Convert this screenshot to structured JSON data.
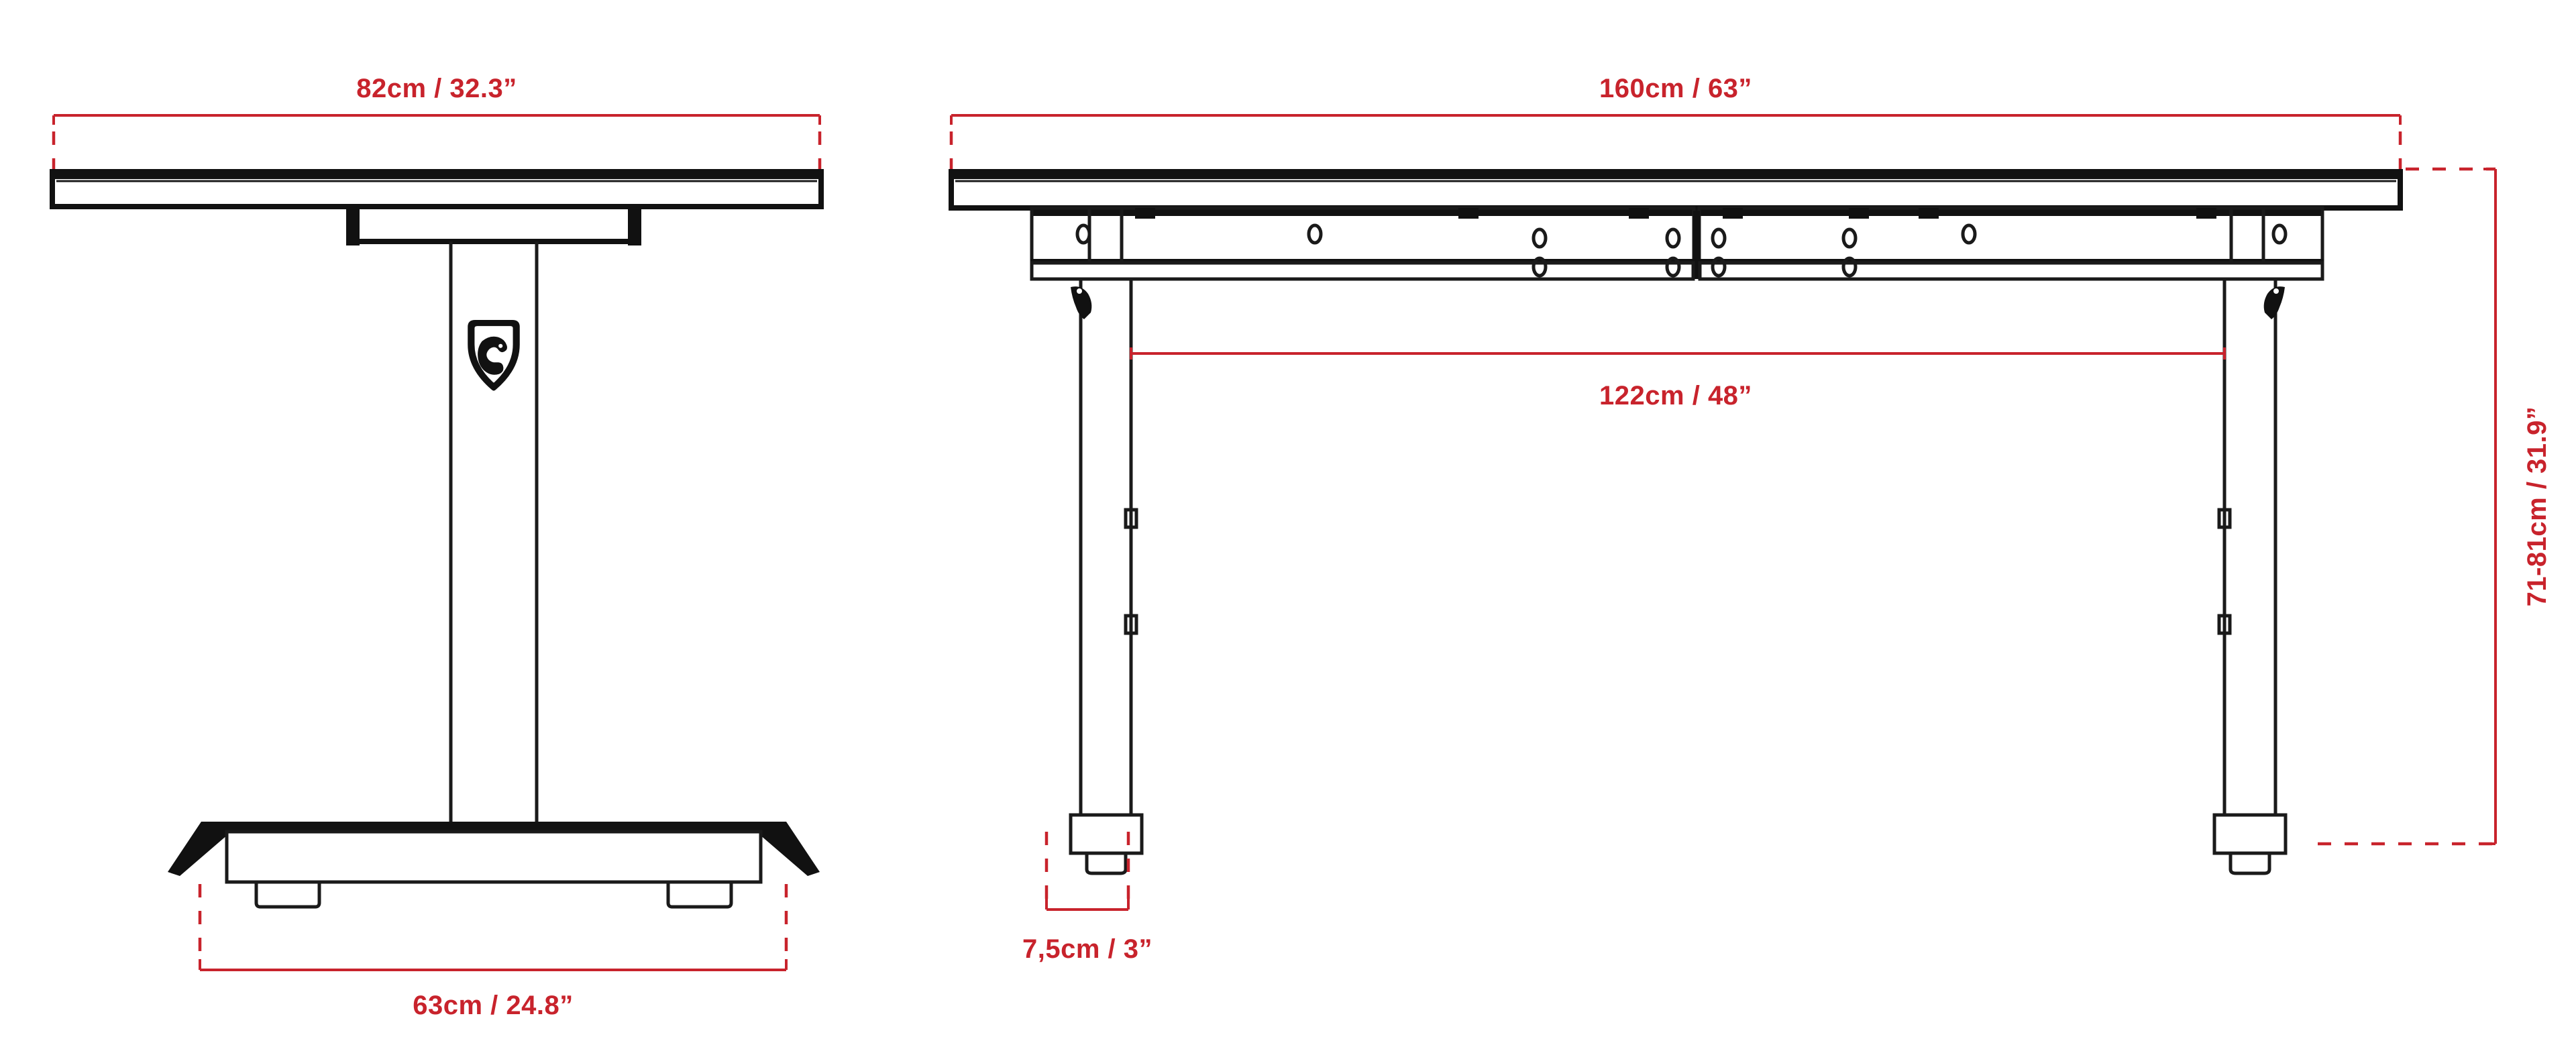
{
  "document": {
    "type": "technical-dimension-drawing",
    "subject": "height-adjustable-desk",
    "background_color": "#ffffff",
    "ink_color": "#111111",
    "dimension_color": "#c8232c"
  },
  "views": {
    "side": {
      "name": "side-view",
      "label": "Side / depth view of desk with T-base column"
    },
    "front": {
      "name": "front-view",
      "label": "Front / width view of desk with two legs"
    }
  },
  "dimensions": {
    "depth_top": {
      "id": "depth-dimension",
      "value": "82cm / 32.3”",
      "orientation": "horizontal",
      "view": "side"
    },
    "base_width": {
      "id": "base-width-dimension",
      "value": "63cm / 24.8”",
      "orientation": "horizontal",
      "view": "side"
    },
    "desktop_width": {
      "id": "desktop-width-dimension",
      "value": "160cm / 63”",
      "orientation": "horizontal",
      "view": "front"
    },
    "leg_span": {
      "id": "leg-span-dimension",
      "value": "122cm / 48”",
      "orientation": "horizontal",
      "view": "front"
    },
    "foot_width": {
      "id": "foot-width-dimension",
      "value": "7,5cm / 3”",
      "orientation": "horizontal",
      "view": "front"
    },
    "height_range": {
      "id": "height-range-dimension",
      "value": "71-81cm / 31.9”",
      "orientation": "vertical",
      "view": "front"
    }
  },
  "branding": {
    "logo": {
      "id": "shield-logo",
      "name": "shield-emblem",
      "description": "rounded triangular shield badge on desk column",
      "color": "#111111"
    }
  },
  "hardware": {
    "screw_holes_label": "mounting holes",
    "frame_joint_label": "center frame joint",
    "foot_label": "adjustable glide foot",
    "clip_label": "cable clip"
  }
}
